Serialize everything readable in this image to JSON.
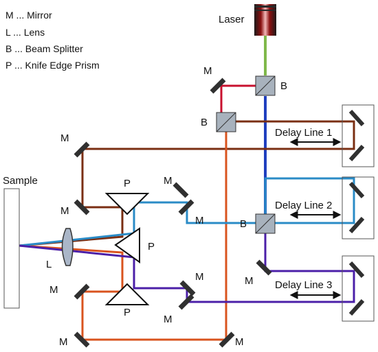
{
  "legend": [
    "M ... Mirror",
    "L  ... Lens",
    "B ...  Beam Splitter",
    "P ... Knife Edge Prism"
  ],
  "labels": {
    "laser": "Laser",
    "sample": "Sample",
    "mirror": "M",
    "lens": "L",
    "splitter": "B",
    "prism": "P",
    "delay1": "Delay Line 1",
    "delay2": "Delay Line 2",
    "delay3": "Delay Line 3"
  },
  "colors": {
    "green": "#7fb84a",
    "red": "#c8102e",
    "blue": "#1f3fbf",
    "brown": "#7a2e12",
    "lightblue": "#2a8bc6",
    "orange": "#d9531e",
    "purple": "#4b1fa8",
    "mirror": "#303030",
    "splitter": "#a8b2bd",
    "lens": "#aab6c8"
  }
}
